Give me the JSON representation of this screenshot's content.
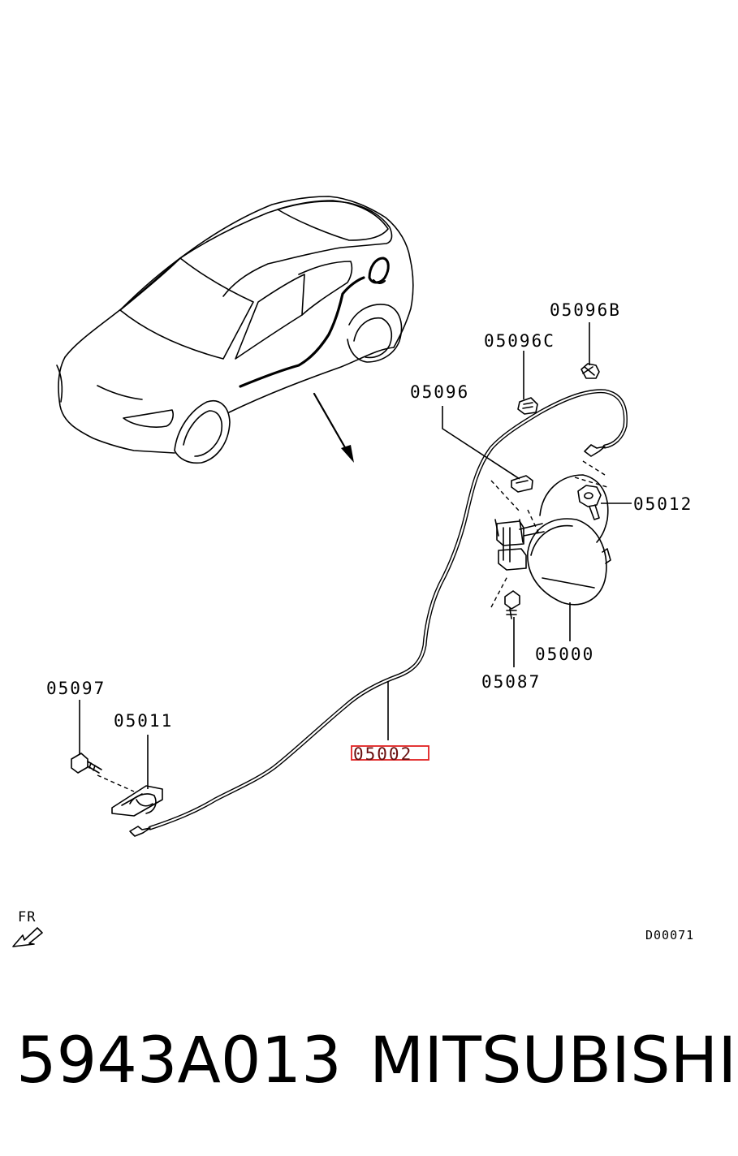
{
  "labels": {
    "p05096B": "05096B",
    "p05096C": "05096C",
    "p05096": "05096",
    "p05012": "05012",
    "p05000": "05000",
    "p05087": "05087",
    "p05097": "05097",
    "p05011": "05011",
    "p05002": "05002",
    "front": "FR",
    "diagram_code": "D00071"
  },
  "footer": {
    "part_number": "5943A013",
    "brand": "MITSUBISHI"
  },
  "colors": {
    "highlight_box": "#e02020",
    "line": "#000000",
    "background": "#ffffff"
  }
}
